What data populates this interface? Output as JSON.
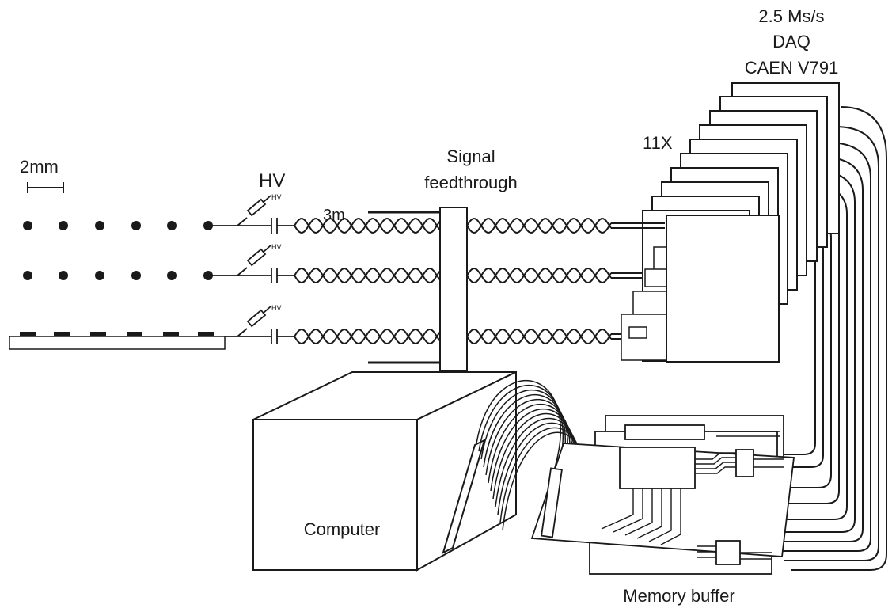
{
  "labels": {
    "daq_rate": "2.5 Ms/s",
    "daq": "DAQ",
    "daq_model": "CAEN V791",
    "multiplicity": "11X",
    "scale": "2mm",
    "hv": "HV",
    "hv_small": "HV",
    "cable_length": "3m",
    "feedthrough_line1": "Signal",
    "feedthrough_line2": "feedthrough",
    "computer": "Computer",
    "memory_buffer": "Memory buffer"
  },
  "colors": {
    "ink": "#1a1a1a",
    "background": "#ffffff"
  }
}
